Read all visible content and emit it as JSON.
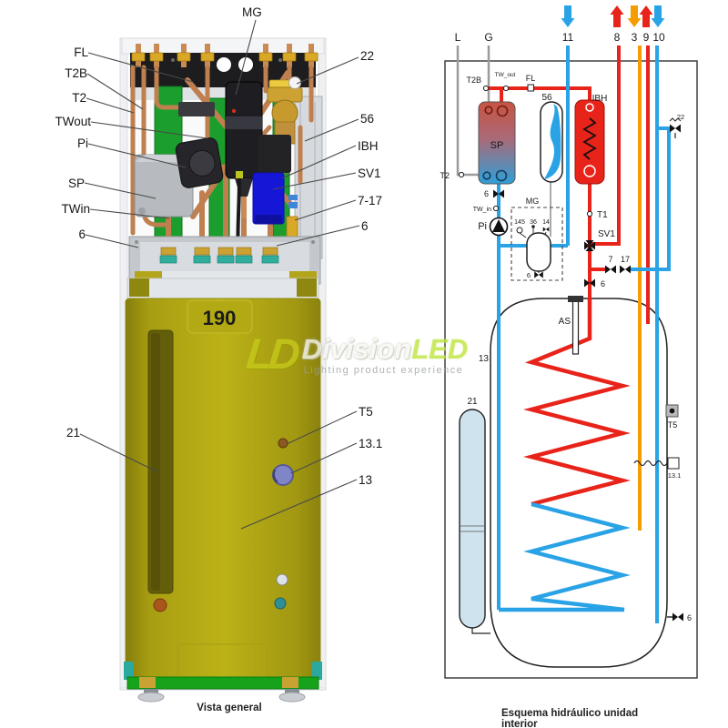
{
  "left_view": {
    "caption": "Vista general",
    "labels": {
      "mg": "MG",
      "fl": "FL",
      "t2b": "T2B",
      "t2": "T2",
      "twout": "TWout",
      "pi": "Pi",
      "sp": "SP",
      "twin": "TWin",
      "v6_left": "6",
      "n21": "21",
      "n22": "22",
      "n56": "56",
      "ibh": "IBH",
      "sv1": "SV1",
      "n7_17": "7-17",
      "v6_right": "6",
      "t5": "T5",
      "n13_1": "13.1",
      "n13": "13"
    }
  },
  "schematic": {
    "caption": "Esquema hidráulico unidad interior",
    "ports": {
      "l": "L",
      "g": "G",
      "p11": "11",
      "p8": "8",
      "p3": "3",
      "p9": "9",
      "p10": "10"
    },
    "labels": {
      "t2b": "T2B",
      "tw_out": "TW_out",
      "fl": "FL",
      "n56": "56",
      "ibh": "IBH",
      "sp": "SP",
      "t2": "T2",
      "v6_sp": "6",
      "tw_in": "TW_in",
      "pi": "Pi",
      "mg": "MG",
      "n145": "145",
      "n36": "36",
      "n14": "14",
      "v6_mg": "6",
      "t1": "T1",
      "sv1": "SV1",
      "n7": "7",
      "n17": "17",
      "v6_line": "6",
      "n22": "22",
      "as": "AS",
      "n13": "13",
      "n21": "21",
      "t5": "T5",
      "n13_1": "13.1",
      "v6_tank": "6"
    }
  },
  "watermark": {
    "logo": "LD",
    "brand_division": "Division",
    "brand_led": "LED",
    "tagline": "Lighting product experience"
  },
  "colors": {
    "hot_red": "#e8231a",
    "cold_blue": "#2aa3e6",
    "recirc_orange": "#f59d00",
    "refrigerant_gray": "#9b9b9b",
    "tank_yellow": "#b3a915",
    "base_green": "#17a21b",
    "pcb_green": "#1c9e2e",
    "sv1_box_blue": "#1616d6",
    "copper": "#bf7f4f",
    "brass": "#d9a826",
    "watermark_green": "#bfe43d",
    "watermark_yellow": "#c6c91b"
  }
}
